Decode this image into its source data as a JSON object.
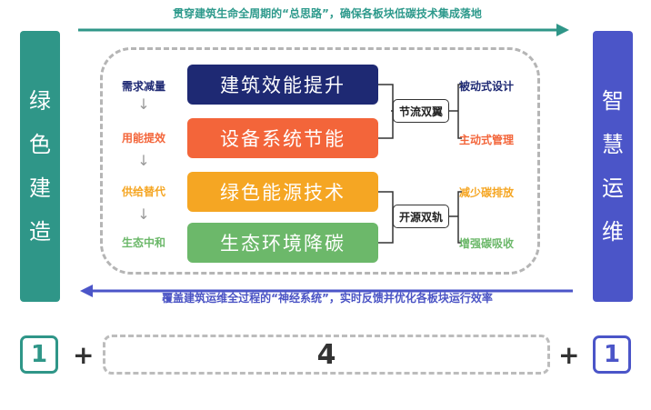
{
  "top_caption": "贯穿建筑生命全周期的“总思路”，确保各板块低碳技术集成落地",
  "bottom_caption": "覆盖建筑运维全过程的“神经系统”，实时反馈并优化各板块运行效率",
  "left_bar": {
    "chars": [
      "绿",
      "色",
      "建",
      "造"
    ],
    "color": "#2f9688"
  },
  "right_bar": {
    "chars": [
      "智",
      "慧",
      "运",
      "维"
    ],
    "color": "#4b55c8"
  },
  "stages": [
    {
      "label": "需求减量",
      "color": "#1e2973"
    },
    {
      "label": "用能提效",
      "color": "#f3653a"
    },
    {
      "label": "供给替代",
      "color": "#f5a623"
    },
    {
      "label": "生态中和",
      "color": "#6cb86a"
    }
  ],
  "modules": [
    {
      "label": "建筑效能提升",
      "color": "#1e2973"
    },
    {
      "label": "设备系统节能",
      "color": "#f3653a"
    },
    {
      "label": "绿色能源技术",
      "color": "#f5a623"
    },
    {
      "label": "生态环境降碳",
      "color": "#6cb86a"
    }
  ],
  "centers": [
    "节流双翼",
    "开源双轨"
  ],
  "right_labels": [
    {
      "label": "被动式设计",
      "color": "#1e2973"
    },
    {
      "label": "主动式管理",
      "color": "#f3653a"
    },
    {
      "label": "减少碳排放",
      "color": "#f5a623"
    },
    {
      "label": "增强碳吸收",
      "color": "#6cb86a"
    }
  ],
  "formula": {
    "left": "1",
    "plus": "+",
    "middle": "4",
    "right": "1"
  }
}
